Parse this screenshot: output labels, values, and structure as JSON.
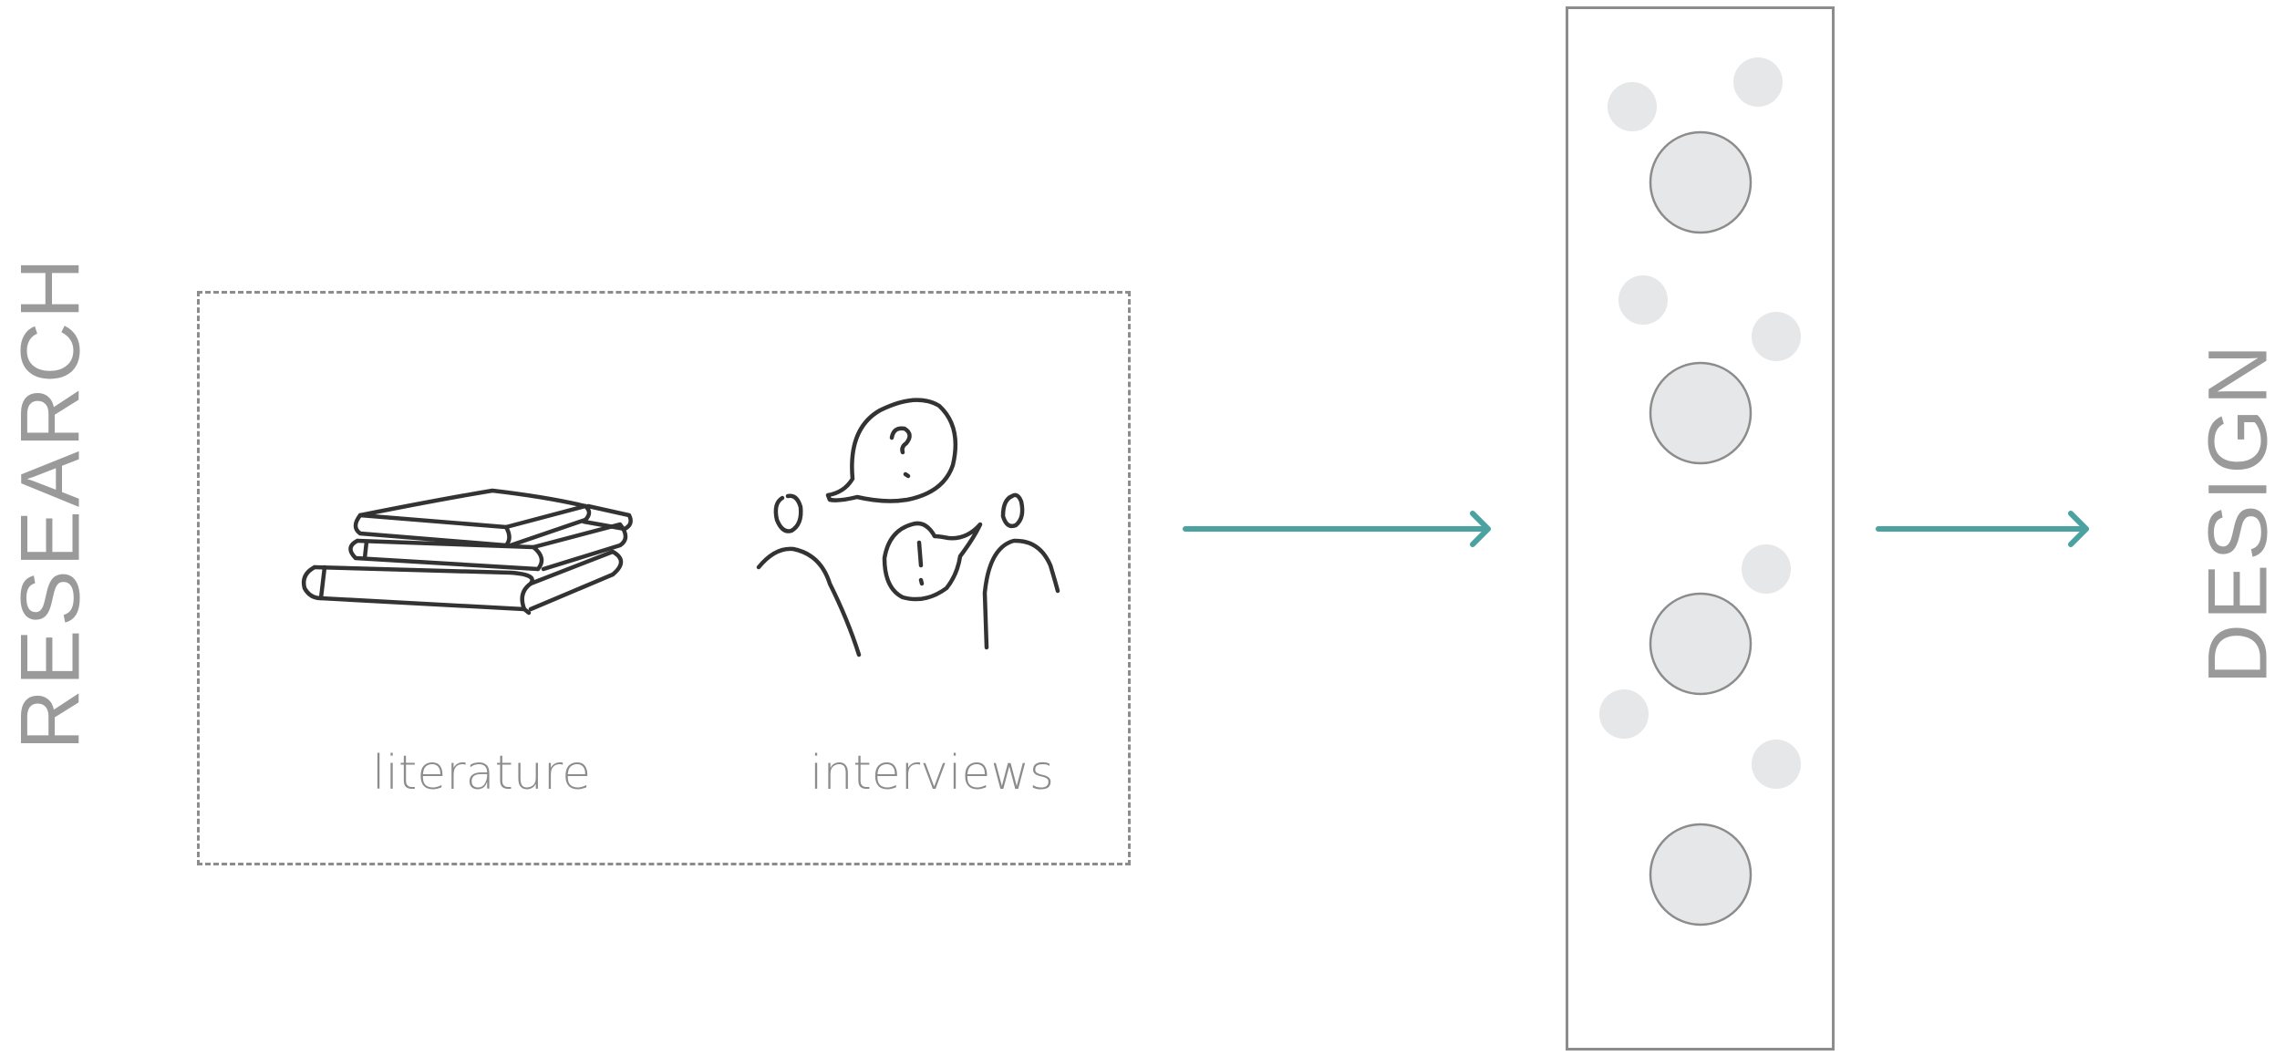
{
  "labels": {
    "left": "RESEARCH",
    "right": "DESIGN"
  },
  "sources": {
    "literature": "literature",
    "interviews": "interviews"
  },
  "icons": {
    "books": "stack-of-books-icon",
    "interview": "two-people-speech-bubbles-icon"
  },
  "colors": {
    "arrow": "#4aa3a0",
    "stroke": "#8c8c8c",
    "ink": "#333333",
    "bubble_fill": "#e6e7e8"
  }
}
